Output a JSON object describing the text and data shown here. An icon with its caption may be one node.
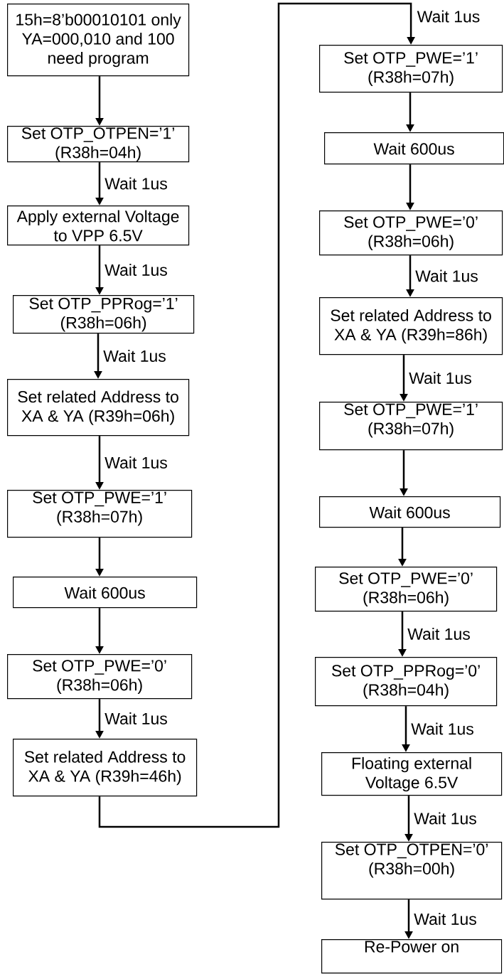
{
  "diagram": {
    "nodes": [
      {
        "text": [
          "15h=8’b00010101 only YA=000,010 and 100 need program"
        ]
      },
      {
        "text": [
          "Set OTP_OTPEN=’1’ (R38h=04h)"
        ]
      },
      {
        "text": [
          "Apply external Voltage to VPP 6.5V"
        ]
      },
      {
        "text": [
          "Set OTP_PPRog=’1’ (R38h=06h)"
        ]
      },
      {
        "text": [
          "Set related Address to XA & YA (R39h=06h)"
        ]
      },
      {
        "text": [
          "Set OTP_PWE=’1’ (R38h=07h)"
        ]
      },
      {
        "text": [
          "Wait 600us"
        ]
      },
      {
        "text": [
          "Set OTP_PWE=’0’ (R38h=06h)"
        ]
      },
      {
        "text": [
          "Set related Address to XA & YA (R39h=46h)"
        ]
      },
      {
        "text": [
          "Set OTP_PWE=’1’ (R38h=07h)"
        ]
      },
      {
        "text": [
          "Wait 600us"
        ]
      },
      {
        "text": [
          "Set OTP_PWE=’0’ (R38h=06h)"
        ]
      },
      {
        "text": [
          "Set related Address to XA & YA (R39h=86h)"
        ]
      },
      {
        "text": [
          "Set OTP_PWE=’1’ (R38h=07h)"
        ]
      },
      {
        "text": [
          "Wait 600us"
        ]
      },
      {
        "text": [
          "Set OTP_PWE=’0’ (R38h=06h)"
        ]
      },
      {
        "text": [
          "Set OTP_PPRog=’0’ (R38h=04h)"
        ]
      },
      {
        "text": [
          "Floating external Voltage 6.5V"
        ]
      },
      {
        "text": [
          "Set OTP_OTPEN=’0’ (R38h=00h)"
        ]
      },
      {
        "text": [
          "Re-Power on"
        ]
      }
    ],
    "edges": [
      {
        "from": 0,
        "to": 1,
        "arrow": "to"
      },
      {
        "from": 1,
        "to": 2,
        "arrow": "to",
        "label": "Wait 1us"
      },
      {
        "from": 2,
        "to": 3,
        "arrow": "to",
        "label": "Wait 1us"
      },
      {
        "from": 3,
        "to": 4,
        "arrow": "to",
        "label": "Wait 1us"
      },
      {
        "from": 4,
        "to": 5,
        "arrow": "to",
        "label": "Wait 1us"
      },
      {
        "from": 5,
        "to": 6,
        "arrow": "to"
      },
      {
        "from": 6,
        "to": 7,
        "arrow": "to"
      },
      {
        "from": 7,
        "to": 8,
        "arrow": "to",
        "label": "Wait 1us"
      },
      {
        "from": 8,
        "to": 9,
        "arrow": "to",
        "label": "Wait 1us"
      },
      {
        "from": 9,
        "to": 10,
        "arrow": "to"
      },
      {
        "from": 10,
        "to": 11,
        "arrow": "to"
      },
      {
        "from": 11,
        "to": 12,
        "arrow": "to",
        "label": "Wait 1us"
      },
      {
        "from": 12,
        "to": 13,
        "arrow": "to",
        "label": "Wait 1us"
      },
      {
        "from": 13,
        "to": 14,
        "arrow": "to"
      },
      {
        "from": 14,
        "to": 15,
        "arrow": "to"
      },
      {
        "from": 15,
        "to": 16,
        "arrow": "to",
        "label": "Wait 1us"
      },
      {
        "from": 16,
        "to": 17,
        "arrow": "to",
        "label": "Wait 1us"
      },
      {
        "from": 17,
        "to": 18,
        "arrow": "to",
        "label": "Wait 1us"
      },
      {
        "from": 18,
        "to": 19,
        "arrow": "to",
        "label": "Wait 1us"
      }
    ]
  }
}
